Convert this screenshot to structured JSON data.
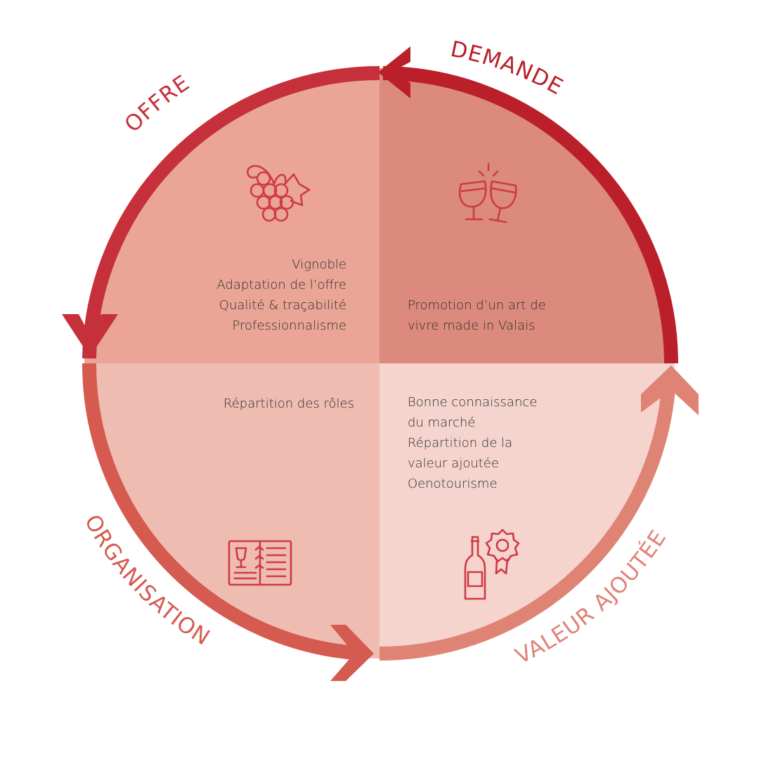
{
  "colors": {
    "offre_quadrant": "#eaa597",
    "demande_quadrant": "#db8a7d",
    "organisation_quadrant": "#eebcb1",
    "valeur_quadrant": "#f5d4cd",
    "offre_arc": "#c6303a",
    "demande_arc": "#bb1f2a",
    "organisation_arc": "#d55a50",
    "valeur_arc": "#df8375",
    "icon": "#cf3a45",
    "text": "#2e2e2e"
  },
  "labels": {
    "offre": "OFFRE",
    "demande": "DEMANDE",
    "organisation": "ORGANISATION",
    "valeur": "VALEUR AJOUTÉE"
  },
  "quadrants": {
    "offre": {
      "icon": "grapes-icon",
      "lines": [
        "Vignoble",
        "Adaptation de l’offre",
        "Qualité & traçabilité",
        "Professionnalisme"
      ]
    },
    "demande": {
      "icon": "wine-glasses-cheers-icon",
      "lines": [
        "Promotion d’un art de",
        "vivre made in Valais"
      ]
    },
    "organisation": {
      "icon": "wine-menu-book-icon",
      "lines": [
        "Répartition des rôles"
      ]
    },
    "valeur": {
      "icon": "wine-bottle-award-icon",
      "lines": [
        "Bonne connaissance",
        "du marché",
        "Répartition de la",
        "valeur ajoutée",
        "Oenotourisme"
      ]
    }
  }
}
